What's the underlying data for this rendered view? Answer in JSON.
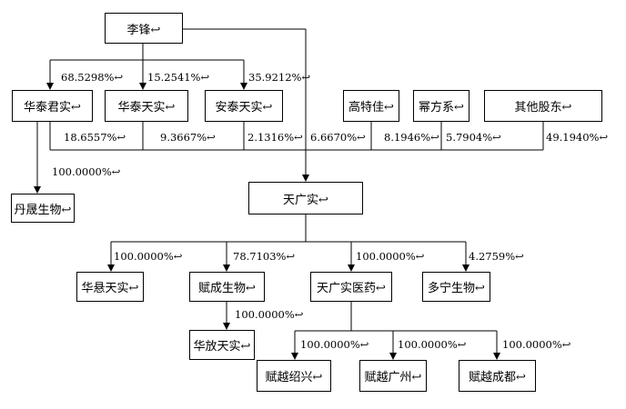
{
  "colors": {
    "line": "#000000",
    "box_border": "#000000",
    "background": "#ffffff"
  },
  "entities": {
    "li_feng": "李锋↩",
    "huatai_junshi": "华泰君实↩",
    "huatai_tianshi": "华泰天实↩",
    "antai_tianshi": "安泰天实↩",
    "gao_tejia": "高特佳↩",
    "mi_fangxi": "幂方系↩",
    "other_shareholders": "其他股东↩",
    "dansheng_bio": "丹晟生物↩",
    "tianguangshi": "天广实↩",
    "huaxuan_tianshi": "华悬天实↩",
    "fucheng_bio": "赋成生物↩",
    "tgs_pharma": "天广实医药↩",
    "duoning_bio": "多宁生物↩",
    "huafang_tianshi": "华放天实↩",
    "fuyue_shaoxing": "赋越绍兴↩",
    "fuyue_guangzhou": "赋越广州↩",
    "fuyue_chengdu": "赋越成都↩"
  },
  "percentages": {
    "li_to_huatai_junshi": "68.5298%↩",
    "li_to_huatai_tianshi": "15.2541%↩",
    "li_to_antai_tianshi": "35.9212%↩",
    "huatai_junshi_to_tgs": "18.6557%↩",
    "huatai_tianshi_to_tgs": "9.3667%↩",
    "antai_tianshi_to_tgs": "2.1316%↩",
    "li_to_tgs": "6.6670%↩",
    "gao_tejia_to_tgs": "8.1946%↩",
    "mi_fangxi_to_tgs": "5.7904%↩",
    "other_to_tgs": "49.1940%↩",
    "huatai_junshi_to_dansheng": "100.0000%↩",
    "tgs_to_huaxuan": "100.0000%↩",
    "tgs_to_fucheng": "78.7103%↩",
    "tgs_to_pharma": "100.0000%↩",
    "tgs_to_duoning": "4.2759%↩",
    "fucheng_to_huafang": "100.0000%↩",
    "pharma_to_shaoxing": "100.0000%↩",
    "pharma_to_guangzhou": "100.0000%↩",
    "pharma_to_chengdu": "100.0000%↩"
  }
}
